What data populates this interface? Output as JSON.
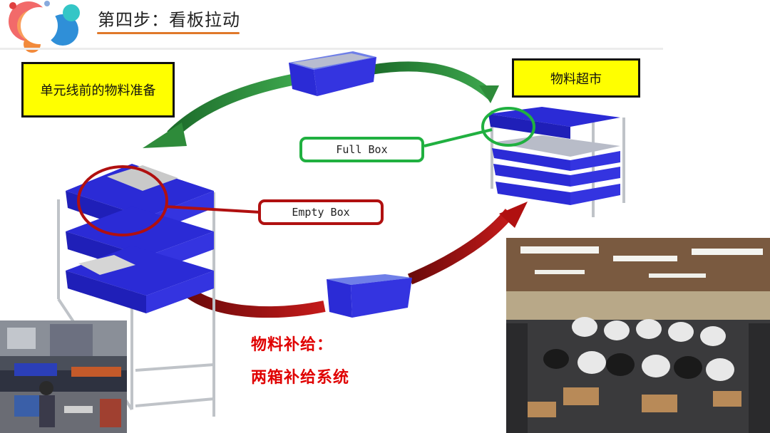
{
  "slide": {
    "title": "第四步：看板拉动"
  },
  "labels": {
    "workstation_box": "单元线前的物料准备",
    "supermarket_box": "物料超市",
    "full_box": "Full Box",
    "empty_box": "Empty Box",
    "supply_title": "物料补给：",
    "supply_method": "两箱补给系统"
  },
  "colors": {
    "accent_orange": "#e0782a",
    "label_yellow": "#ffff00",
    "green_arrow": "#2e8b3a",
    "red_arrow": "#b01010",
    "bin_blue": "#2b2bd6",
    "text_red": "#e00000"
  },
  "icons": {
    "logo": "colored-bubbles-logo"
  }
}
